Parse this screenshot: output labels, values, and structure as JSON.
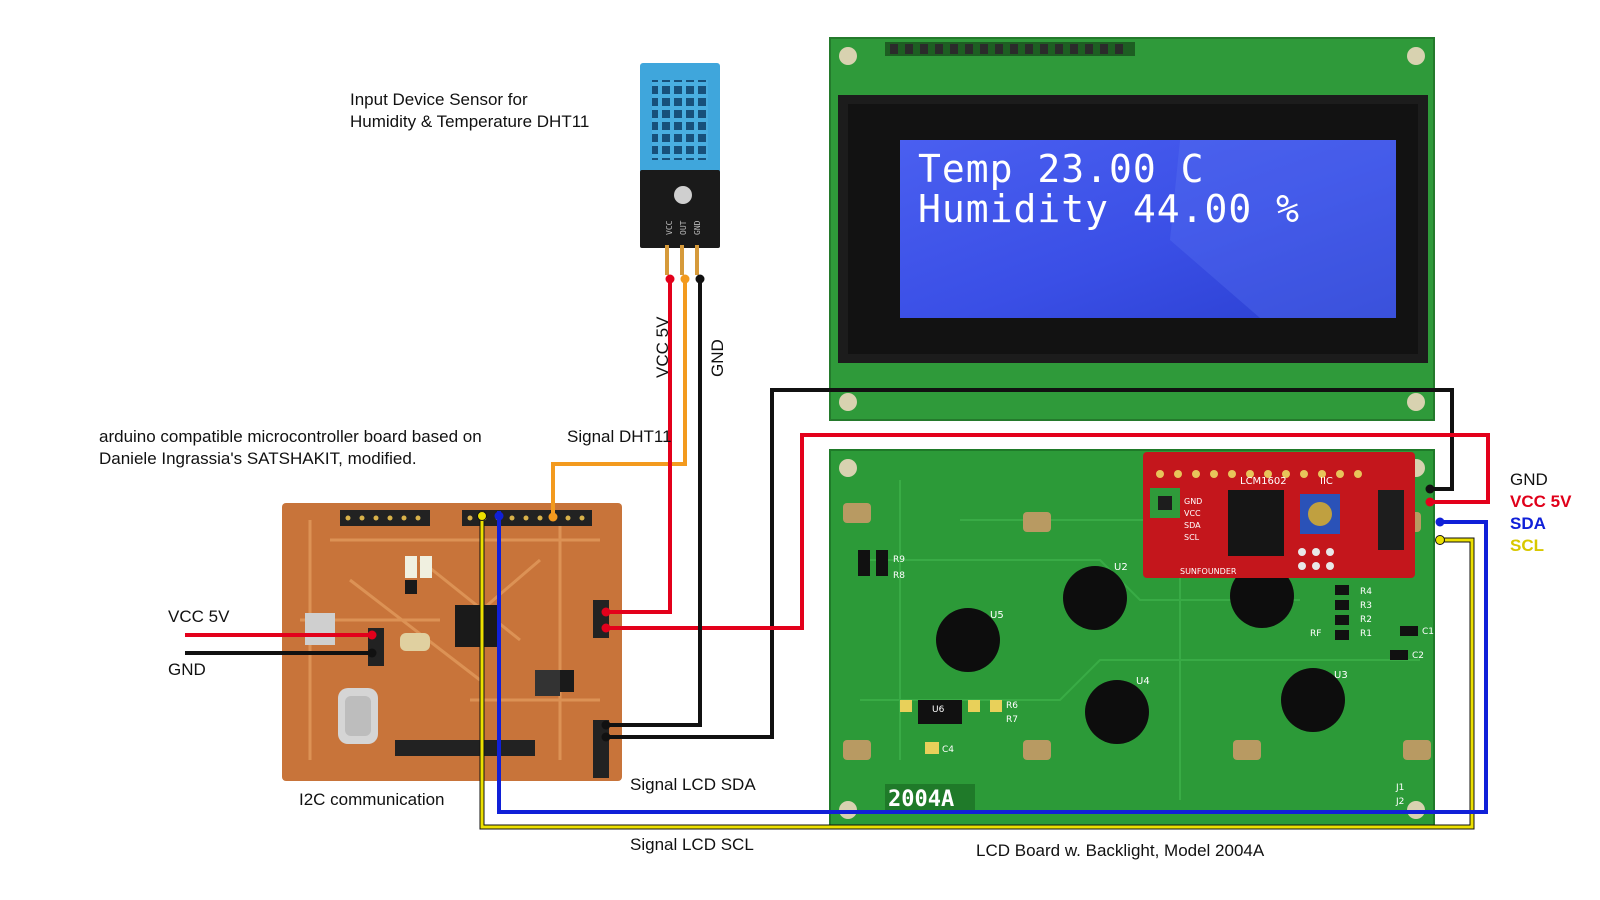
{
  "labels": {
    "sensor_title_line1": "Input Device Sensor for",
    "sensor_title_line2": "Humidity & Temperature DHT11",
    "board_title_line1": "arduino compatible microcontroller board based on",
    "board_title_line2": "Daniele Ingrassia's SATSHAKIT, modified.",
    "signal_dht11": "Signal DHT11",
    "vcc_5v_sensor": "VCC 5V",
    "gnd_sensor": "GND",
    "vcc_5v_power": "VCC 5V",
    "gnd_power": "GND",
    "i2c_communication": "I2C communication",
    "signal_lcd_sda": "Signal LCD SDA",
    "signal_lcd_scl": "Signal LCD SCL",
    "lcd_board_caption": "LCD Board w. Backlight, Model 2004A",
    "pin_gnd": "GND",
    "pin_vcc": "VCC 5V",
    "pin_sda": "SDA",
    "pin_scl": "SCL"
  },
  "lcd_display": {
    "line1": "Temp        23.00 C",
    "line2": "Humidity 44.00 %"
  },
  "silkscreen": {
    "model": "2004A",
    "i2c_module": "LCM1602",
    "i2c_tag": "IIC",
    "brand": "SUNFOUNDER",
    "chips": [
      "U2",
      "U3",
      "U4",
      "U5"
    ],
    "resistors": [
      "R9",
      "R8",
      "R6",
      "R7",
      "R4",
      "R3",
      "R2",
      "R1",
      "RF",
      "C1",
      "C2",
      "C4",
      "U6",
      "J1",
      "J2"
    ],
    "sensor_pins": [
      "VCC",
      "OUT",
      "GND"
    ],
    "i2c_pins": [
      "GND",
      "VCC",
      "SDA",
      "SCL"
    ]
  },
  "colors": {
    "vcc": "#e3001b",
    "gnd": "#111111",
    "sda": "#1020d8",
    "scl": "#e6dc00",
    "signal": "#f39a1e",
    "pcb_green": "#2f9a3a",
    "copper": "#c8743a",
    "lcd_blue": "#2f4ee0",
    "sensor_blue": "#3ea6dd"
  }
}
